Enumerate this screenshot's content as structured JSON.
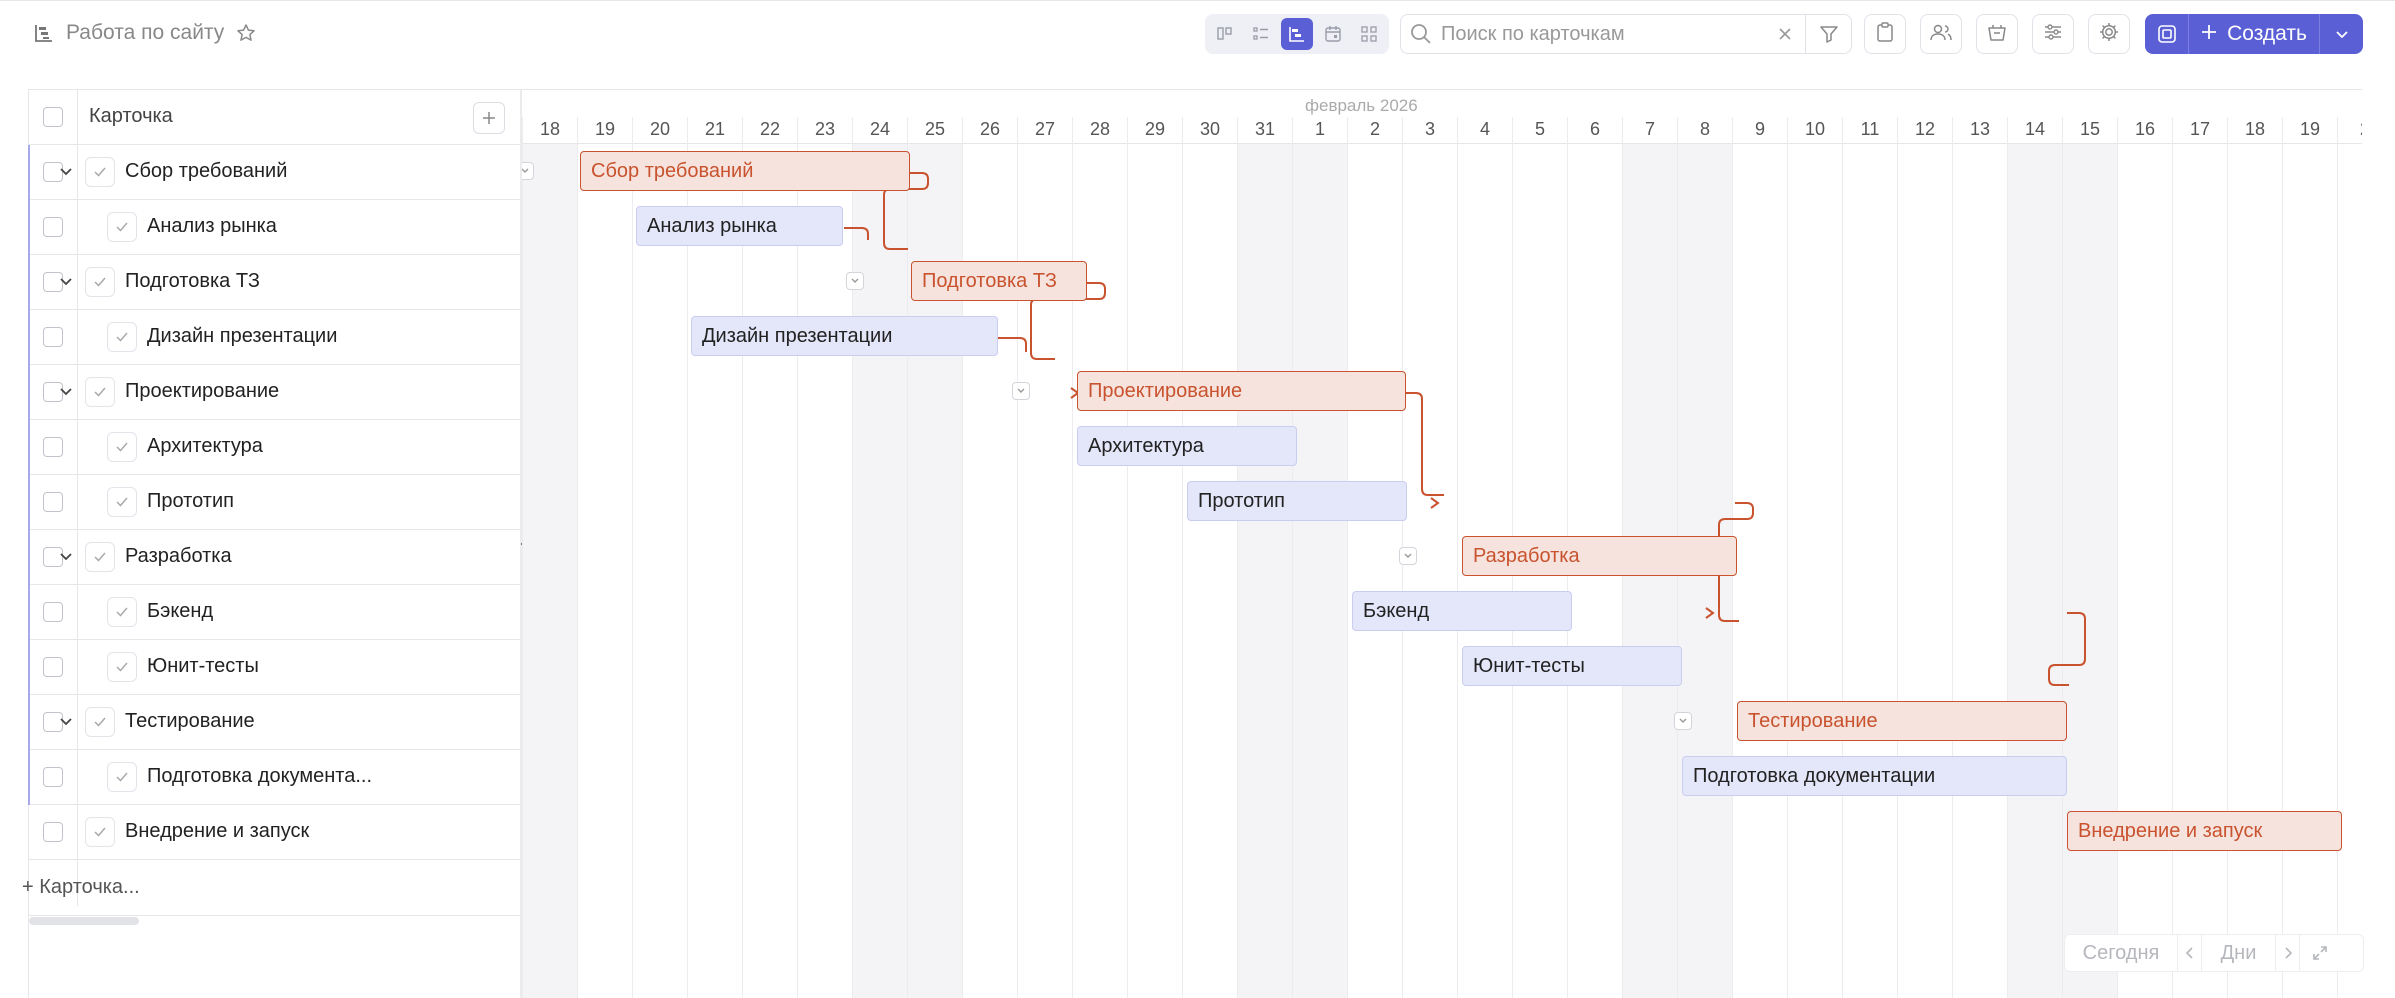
{
  "header": {
    "title": "Работа по сайту"
  },
  "search": {
    "placeholder": "Поиск по карточкам"
  },
  "toolbar": {
    "create_label": "Создать"
  },
  "table": {
    "column_label": "Карточка",
    "add_card_label": "+ Карточка...",
    "rows": [
      {
        "label": "Сбор требований",
        "parent": true
      },
      {
        "label": "Анализ рынка",
        "parent": false
      },
      {
        "label": "Подготовка ТЗ",
        "parent": true
      },
      {
        "label": "Дизайн презентации",
        "parent": false
      },
      {
        "label": "Проектирование",
        "parent": true
      },
      {
        "label": "Архитектура",
        "parent": false
      },
      {
        "label": "Прототип",
        "parent": false
      },
      {
        "label": "Разработка",
        "parent": true
      },
      {
        "label": "Бэкенд",
        "parent": false
      },
      {
        "label": "Юнит-тесты",
        "parent": false
      },
      {
        "label": "Тестирование",
        "parent": true
      },
      {
        "label": "Подготовка документа...",
        "parent": false
      },
      {
        "label": "Внедрение и запуск",
        "parent": false
      }
    ]
  },
  "gantt": {
    "month_label": "февраль 2026",
    "days": [
      "18",
      "19",
      "20",
      "21",
      "22",
      "23",
      "24",
      "25",
      "26",
      "27",
      "28",
      "29",
      "30",
      "31",
      "1",
      "2",
      "3",
      "4",
      "5",
      "6",
      "7",
      "8",
      "9",
      "10",
      "11",
      "12",
      "13",
      "14",
      "15",
      "16",
      "17",
      "18",
      "19",
      "2"
    ],
    "bars": [
      {
        "label": "Сбор требований",
        "type": "parent"
      },
      {
        "label": "Анализ рынка",
        "type": "child"
      },
      {
        "label": "Подготовка ТЗ",
        "type": "parent"
      },
      {
        "label": "Дизайн презентации",
        "type": "child"
      },
      {
        "label": "Проектирование",
        "type": "parent"
      },
      {
        "label": "Архитектура",
        "type": "child"
      },
      {
        "label": "Прототип",
        "type": "child"
      },
      {
        "label": "Разработка",
        "type": "parent"
      },
      {
        "label": "Бэкенд",
        "type": "child"
      },
      {
        "label": "Юнит-тесты",
        "type": "child"
      },
      {
        "label": "Тестирование",
        "type": "parent"
      },
      {
        "label": "Подготовка документации",
        "type": "child"
      },
      {
        "label": "Внедрение и запуск",
        "type": "parent"
      }
    ]
  },
  "bottom": {
    "today_label": "Сегодня",
    "scale_label": "Дни"
  },
  "colors": {
    "accent": "#5a5fd6",
    "parent_bar": "#c8532e",
    "child_bar": "#e4e6f9"
  },
  "icons": [
    "gantt-icon",
    "star-icon",
    "search-icon",
    "clear-icon",
    "filter-icon",
    "clipboard-icon",
    "users-icon",
    "basket-icon",
    "sliders-icon",
    "gear-icon",
    "layout-icon",
    "plus-icon",
    "chevron-down-icon"
  ]
}
